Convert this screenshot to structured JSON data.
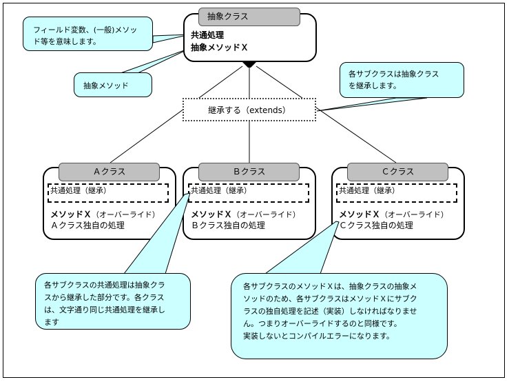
{
  "colors": {
    "callout_fill": "#ccffff",
    "class_title_fill": "#c0c0c0",
    "border": "#000000"
  },
  "abstract_class": {
    "title": "抽象クラス",
    "common_process": "共通処理",
    "abstract_method": "抽象メソッドＸ"
  },
  "extends_label": "継承する（extends）",
  "subclasses": [
    {
      "title": "Ａクラス",
      "inherited": "共通処理（継承）",
      "method_bold": "メソッドＸ",
      "method_note": "（オーバーライド）",
      "own_process": "Ａクラス独自の処理"
    },
    {
      "title": "Ｂクラス",
      "inherited": "共通処理（継承）",
      "method_bold": "メソッドＸ",
      "method_note": "（オーバーライド）",
      "own_process": "Ｂクラス独自の処理"
    },
    {
      "title": "Ｃクラス",
      "inherited": "共通処理（継承）",
      "method_bold": "メソッドＸ",
      "method_note": "（オーバーライド）",
      "own_process": "Ｃクラス独自の処理"
    }
  ],
  "callouts": {
    "fields": [
      "フィールド変数、(一般)メソッ",
      "ド等を意味します。"
    ],
    "abstract_method": [
      "抽象メソッド"
    ],
    "inherit": [
      "各サブクラスは抽象クラス",
      "を継承します。"
    ],
    "common": [
      "各サブクラスの共通処理は抽象クラ",
      "スから継承した部分です。各クラス",
      "は、文字通り同じ共通処理を継承し",
      "ます"
    ],
    "override": [
      "各サブクラスのメソッドＸは、抽象クラスの抽象メ",
      "ソッドのため、各サブクラスはメソッドＸにサブク",
      "ラスの独自処理を記述（実装）しなければなりませ",
      "ん。つまりオーバーライドするのと同様です。",
      "実装しないとコンパイルエラーになります。"
    ]
  }
}
